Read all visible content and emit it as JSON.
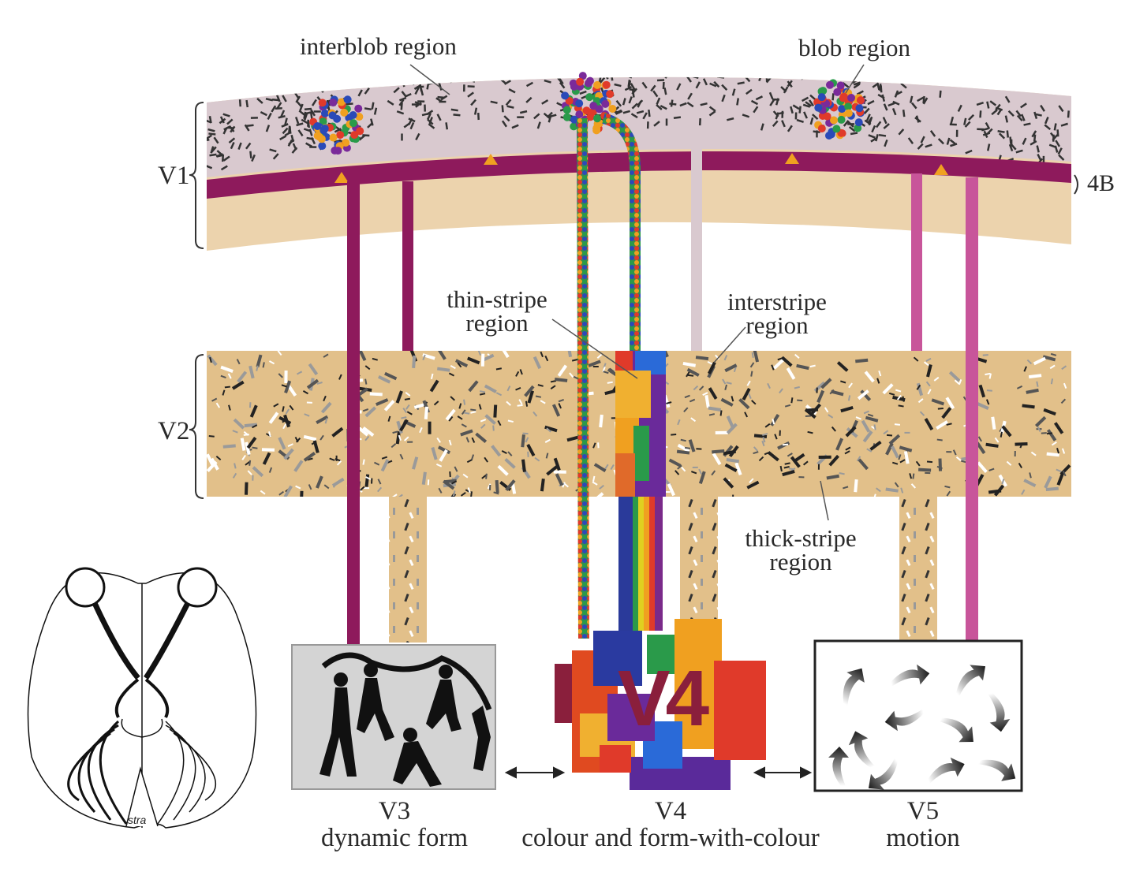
{
  "labels": {
    "interblob": "interblob region",
    "blob": "blob region",
    "v1": "V1",
    "layer_4b": "4B",
    "v2": "V2",
    "thin_stripe": [
      "thin-stripe",
      "region"
    ],
    "interstripe": [
      "interstripe",
      "region"
    ],
    "thick_stripe": [
      "thick-stripe",
      "region"
    ]
  },
  "areas": {
    "v3": {
      "name": "V3",
      "desc": "dynamic form"
    },
    "v4": {
      "name": "V4",
      "desc": "colour and form-with-colour",
      "panel_text": "V4"
    },
    "v5": {
      "name": "V5",
      "desc": "motion"
    }
  },
  "brain": {
    "label": "stra"
  },
  "colors": {
    "v1_band": "#d9c9cf",
    "v1_lower": "#ecd3ad",
    "layer_4b": "#8e1a5c",
    "v2_band": "#e2c08a",
    "magno_pathway": "#8e1a5c",
    "v5_pathway": "#c8559a",
    "v4_text": "#8a1f3c"
  },
  "icons": [
    "bidirectional-arrow-icon",
    "triangle-marker-icon",
    "curved-arrow-icon"
  ]
}
